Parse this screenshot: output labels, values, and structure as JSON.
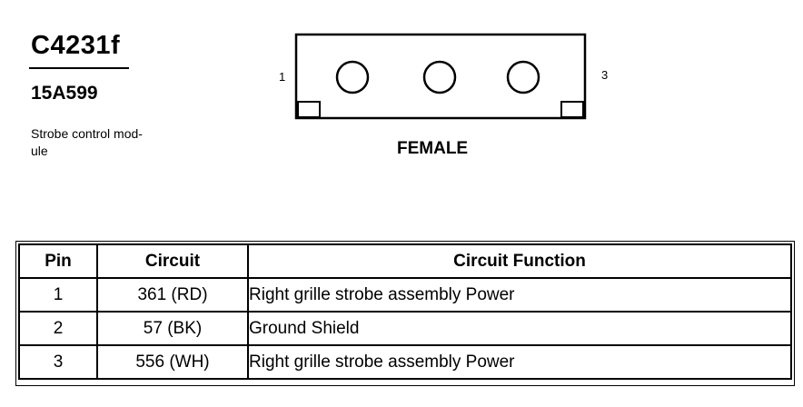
{
  "connector": {
    "id": "C4231f",
    "part_number": "15A599",
    "description": "Strobe control mod-ule"
  },
  "diagram": {
    "left_pin_label": "1",
    "right_pin_label": "3",
    "gender": "FEMALE",
    "cavity_count": 3
  },
  "table": {
    "headers": {
      "pin": "Pin",
      "circuit": "Circuit",
      "function": "Circuit Function"
    },
    "rows": [
      {
        "pin": "1",
        "circuit": "361 (RD)",
        "function": "Right grille strobe assembly Power"
      },
      {
        "pin": "2",
        "circuit": "57 (BK)",
        "function": "Ground Shield"
      },
      {
        "pin": "3",
        "circuit": "556 (WH)",
        "function": "Right grille strobe assembly Power"
      }
    ]
  }
}
